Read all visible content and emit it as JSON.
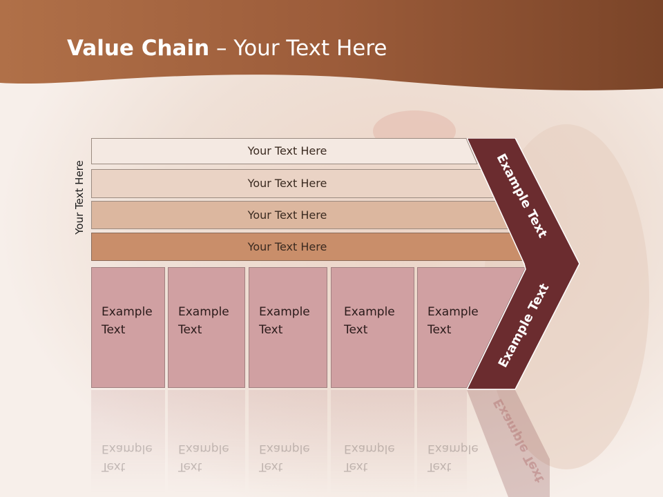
{
  "title": {
    "bold": "Value Chain",
    "rest": " – Your Text Here"
  },
  "side_label": "Your Text Here",
  "bars": [
    {
      "label": "Your Text Here",
      "color": "#f4e9e2"
    },
    {
      "label": "Your Text Here",
      "color": "#ead3c5"
    },
    {
      "label": "Your Text Here",
      "color": "#dcb79f"
    },
    {
      "label": "Your Text Here",
      "color": "#c98e6a"
    }
  ],
  "columns": [
    {
      "line1": "Example",
      "line2": "Text"
    },
    {
      "line1": "Example",
      "line2": "Text"
    },
    {
      "line1": "Example",
      "line2": "Text"
    },
    {
      "line1": "Example",
      "line2": "Text"
    },
    {
      "line1": "Example",
      "line2": "Text"
    }
  ],
  "chevron_top_label": "Example Text",
  "chevron_bottom_label": "Example Text",
  "colors": {
    "header": "#9a5a3a",
    "column_fill": "#d0a0a2",
    "chevron": "#6b2c2f"
  }
}
